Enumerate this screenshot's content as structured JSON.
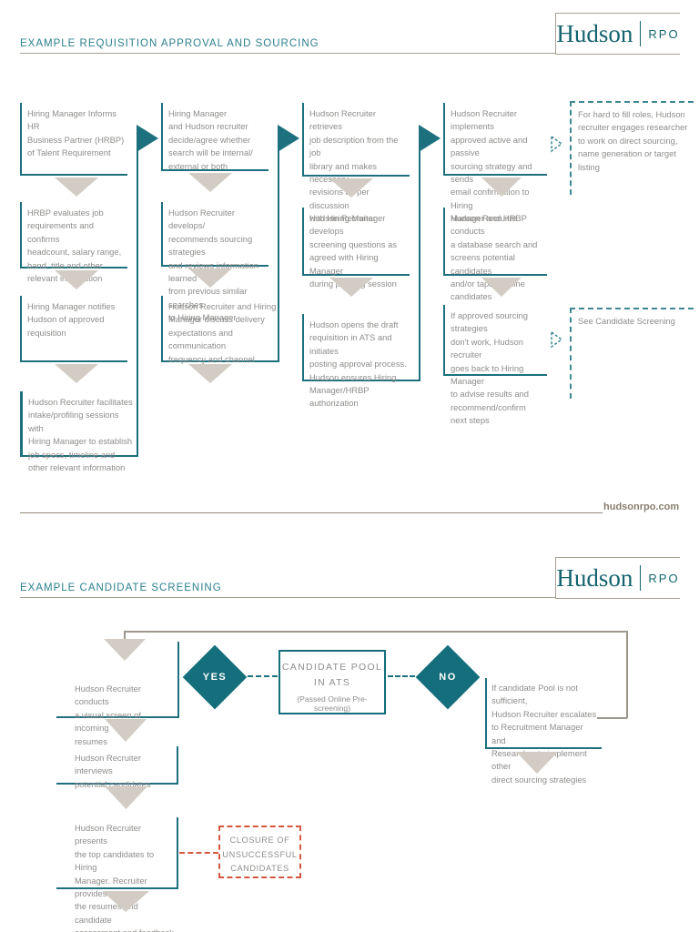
{
  "brand": {
    "name": "Hudson",
    "suffix": "RPO",
    "teal": "#156e7c",
    "tan_line": "#a89f93",
    "text_grey": "#8f8d8b",
    "arrow_grey": "#d2ccc4",
    "closure_red": "#d4573f"
  },
  "page1": {
    "title": "EXAMPLE REQUISITION APPROVAL AND SOURCING",
    "footer": "hudsonrpo.com",
    "col1": {
      "b1": "Hiring Manager Informs HR\nBusiness Partner (HRBP)\nof Talent Requirement",
      "b2": "HRBP evaluates job\nrequirements and confirms\nheadcount, salary range,\nband, title and other\nrelevant information",
      "b3": "Hiring Manager notifies\nHudson of approved\nrequisition",
      "b4": "Hudson Recruiter facilitates\nintake/profiling sessions with\nHiring Manager to establish\njob specs, timeline and\nother relevant information"
    },
    "col2": {
      "b1": "Hiring Manager\nand Hudson recruiter\ndecide/agree whether\nsearch will be internal/\nexternal or both",
      "b2": "Hudson Recruiter develops/\nrecommends sourcing strategies\nand reviews information learned\nfrom previous similar searches\nto Hiring Manager",
      "b3": "Hudson Recruiter and Hiring\nManager discuss delivery\nexpectations and communication\nfrequency and channel"
    },
    "col3": {
      "b1": "Hudson Recruiter retrieves\njob description from the job\nlibrary and makes necessary\nrevisions as per discussion\nwith Hiring Manager",
      "b2": "Hudson Recruiter develops\nscreening questions as\nagreed with Hiring Manager\nduring profiling session",
      "b3": "Hudson opens the draft\nrequisition in ATS and initiates\nposting approval process.\nHudson ensures Hiring\nManager/HRBP authorization"
    },
    "col4": {
      "b1": "Hudson Recruiter implements\napproved active and passive\nsourcing strategy and sends\nemail confirmation to Hiring\nManager and HRBP",
      "b2": "Hudson Recruiter conducts\na database search and\nscreens potential candidates\nand/or taps pipeline\ncandidates",
      "b3": "If approved sourcing strategies\ndon't work, Hudson recruiter\ngoes back to Hiring Manager\nto advise results and\nrecommend/confirm next steps"
    },
    "note1": "For hard to fill roles, Hudson\nrecruiter engages researcher\nto work on direct sourcing,\nname generation or target\nlisting",
    "note2": "See Candidate Screening"
  },
  "page2": {
    "title": "EXAMPLE CANDIDATE SCREENING",
    "yes": "YES",
    "no": "NO",
    "pool_title": "CANDIDATE POOL\nIN ATS",
    "pool_sub": "(Passed Online Pre-screening)",
    "s1": "Hudson Recruiter conducts\na visual screen of incoming\nresumes",
    "s2": "Hudson Recruiter interviews\npotential candidates",
    "s3": "Hudson Recruiter presents\nthe top candidates to Hiring\nManager. Recruiter provides\nthe resumes and candidate\nassessment and feedback",
    "escalation": "If candidate Pool is not sufficient,\nHudson Recruiter escalates\nto Recruitment Manager and\nResearcher to implement other\ndirect sourcing strategies",
    "closure": "CLOSURE OF\nUNSUCCESSFUL\nCANDIDATES"
  }
}
